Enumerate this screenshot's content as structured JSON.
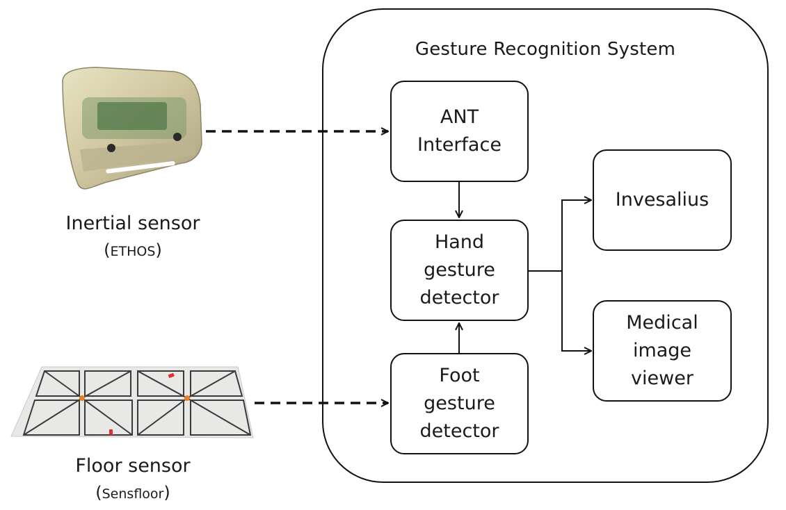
{
  "system": {
    "title": "Gesture Recognition System"
  },
  "blocks": {
    "ant": "ANT\nInterface",
    "hand": "Hand\ngesture\ndetector",
    "foot": "Foot\ngesture\ndetector",
    "invesalius": "Invesalius",
    "viewer": "Medical\nimage\nviewer"
  },
  "sensors": {
    "inertial": {
      "name": "Inertial sensor",
      "model": "ETHOS"
    },
    "floor": {
      "name": "Floor sensor",
      "model": "Sensfloor"
    }
  },
  "colors": {
    "line": "#111111",
    "sensor_marker_orange": "#e8802a",
    "sensor_tag_red": "#e03030"
  }
}
